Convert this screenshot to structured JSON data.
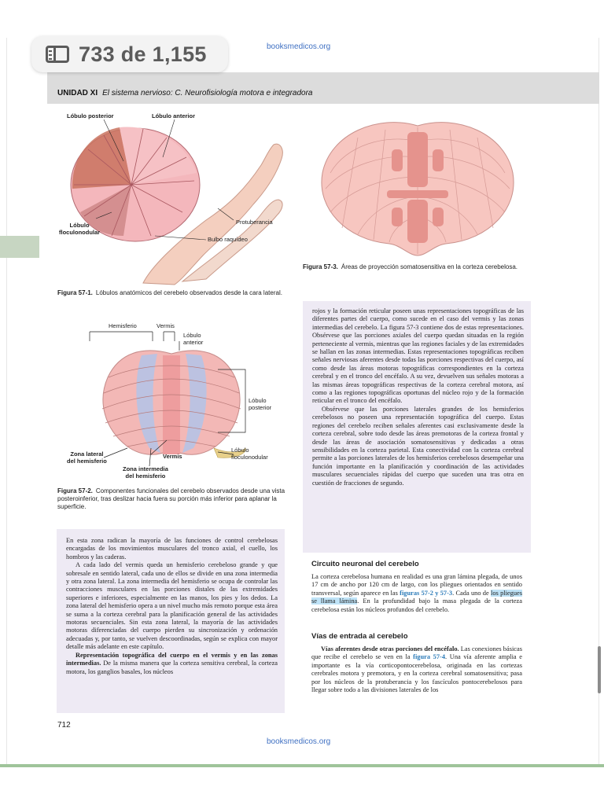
{
  "viewer": {
    "page_counter": "733 de 1,155",
    "site_top": "booksmedicos.org",
    "site_bottom": "booksmedicos.org"
  },
  "header": {
    "unit": "UNIDAD XI",
    "title": "El sistema nervioso: C. Neurofisiología motora e integradora"
  },
  "fig1": {
    "labels": {
      "posterior": "Lóbulo posterior",
      "anterior": "Lóbulo anterior",
      "flocculo": "Lóbulo\nfloculonodular",
      "protuberancia": "Protuberancia",
      "bulbo": "Bulbo raquídeo"
    },
    "caption_num": "Figura 57-1.",
    "caption": "Lóbulos anatómicos del cerebelo observados desde la cara lateral."
  },
  "fig2": {
    "labels": {
      "hemisferio": "Hemisferio",
      "vermis_top": "Vermis",
      "lob_anterior": "Lóbulo\nanterior",
      "lob_posterior": "Lóbulo\nposterior",
      "lob_flocculo": "Lóbulo\nfloculonodular",
      "zona_lateral": "Zona lateral\ndel hemisferio",
      "vermis_bottom": "Vermis",
      "zona_intermedia": "Zona intermedia\ndel hemisferio"
    },
    "caption_num": "Figura 57-2.",
    "caption": "Componentes funcionales del cerebelo observados desde una vista posteroinferior, tras deslizar hacia fuera su porción más inferior para aplanar la superficie."
  },
  "fig3": {
    "caption_num": "Figura 57-3.",
    "caption": "Áreas de proyección somatosensitiva en la corteza cerebelosa."
  },
  "left_box": {
    "paragraphs": [
      "En esta zona radican la mayoría de las funciones de control cerebelosas encargadas de los movimientos musculares del tronco axial, el cuello, los hombros y las caderas.",
      "A cada lado del vermis queda un hemisferio cerebeloso grande y que sobresale en sentido lateral, cada uno de ellos se divide en una zona intermedia y otra zona lateral. La zona intermedia del hemisferio se ocupa de controlar las contracciones musculares en las porciones distales de las extremidades superiores e inferiores, especialmente en las manos, los pies y los dedos. La zona lateral del hemisferio opera a un nivel mucho más remoto porque esta área se suma a la corteza cerebral para la planificación general de las actividades motoras secuenciales. Sin esta zona lateral, la mayoría de las actividades motoras diferenciadas del cuerpo pierden su sincronización y ordenación adecuadas y, por tanto, se vuelven descoordinadas, según se explica con mayor detalle más adelante en este capítulo."
    ],
    "bold_lead": "Representación topográfica del cuerpo en el vermis y en las zonas intermedias.",
    "bold_rest": "De la misma manera que la corteza sensitiva cerebral, la corteza motora, los ganglios basales, los núcleos"
  },
  "right_box": {
    "p1": "rojos y la formación reticular poseen unas representaciones topográficas de las diferentes partes del cuerpo, como sucede en el caso del vermis y las zonas intermedias del cerebelo. La figura 57-3 contiene dos de estas representaciones. Obsérvese que las porciones axiales del cuerpo quedan situadas en la región perteneciente al vermis, mientras que las regiones faciales y de las extremidades se hallan en las zonas intermedias. Estas representaciones topográficas reciben señales nerviosas aferentes desde todas las porciones respectivas del cuerpo, así como desde las áreas motoras topográficas correspondientes en la corteza cerebral y en el tronco del encéfalo. A su vez, devuelven sus señales motoras a las mismas áreas topográficas respectivas de la corteza cerebral motora, así como a las regiones topográficas oportunas del núcleo rojo y de la formación reticular en el tronco del encéfalo.",
    "p2": "Obsérvese que las porciones laterales grandes de los hemisferios cerebelosos no poseen una representación topográfica del cuerpo. Estas regiones del cerebelo reciben señales aferentes casi exclusivamente desde la corteza cerebral, sobre todo desde las áreas premotoras de la corteza frontal y desde las áreas de asociación somatosensitivas y dedicadas a otras sensibilidades en la corteza parietal. Esta conectividad con la corteza cerebral permite a las porciones laterales de los hemisferios cerebelosos desempeñar una función importante en la planificación y coordinación de las actividades musculares secuenciales rápidas del cuerpo que suceden una tras otra en cuestión de fracciones de segundo."
  },
  "section1": {
    "title": "Circuito neuronal del cerebelo",
    "text_a": "La corteza cerebelosa humana en realidad es una gran lámina plegada, de unos 17 cm de ancho por 120 cm de largo, con los pliegues orientados en sentido transversal, según aparece en las ",
    "link": "figuras 57-2 y 57-3",
    "text_b": ". Cada uno de ",
    "highlight": "los pliegues se llama lámina",
    "text_c": ". En la profundidad bajo la masa plegada de la corteza cerebelosa están los núcleos profundos del cerebelo."
  },
  "section2": {
    "title": "Vías de entrada al cerebelo",
    "bold_lead": "Vías aferentes desde otras porciones del encéfalo.",
    "text_a": " Las conexiones básicas que recibe el cerebelo se ven en la ",
    "link": "figura 57-4",
    "text_b": ". Una vía aferente amplia e importante es la vía corticopontocerebelosa, originada en las cortezas cerebrales motora y premotora, y en la corteza cerebral somatosensitiva; pasa por los núcleos de la protuberancia y los fascículos pontocerebelosos para llegar sobre todo a las divisiones laterales de los"
  },
  "footer": {
    "page_number": "712"
  },
  "colors": {
    "figure_pink": "#efb5b5",
    "figure_blue": "#a9b9e0",
    "text_box": "#eeeaf4",
    "link": "#2a7ab8",
    "highlight": "#bfe3f7"
  }
}
